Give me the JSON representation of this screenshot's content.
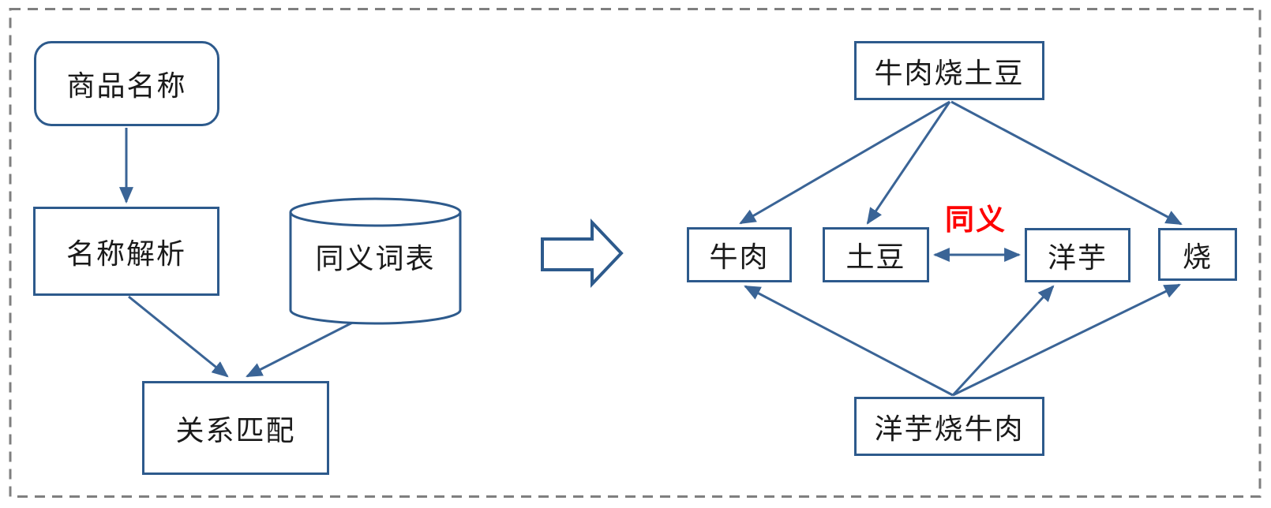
{
  "colors": {
    "node_border": "#2d5a8c",
    "connector": "#3a6496",
    "arrowhead": "#3a6496",
    "synonym_red": "#fe0000",
    "dashed_frame": "#7f7f7f",
    "text": "#1a1a1a",
    "background": "#ffffff"
  },
  "left_flow": {
    "product_name": "商品名称",
    "name_parsing": "名称解析",
    "synonym_table": "同义词表",
    "relation_matching": "关系匹配"
  },
  "transform": {
    "icon": "hollow-right-block-arrow"
  },
  "right_graph": {
    "source_top": "牛肉烧土豆",
    "beef": "牛肉",
    "potato": "土豆",
    "yam": "洋芋",
    "braise": "烧",
    "source_bottom": "洋芋烧牛肉",
    "synonym_label": "同义"
  }
}
